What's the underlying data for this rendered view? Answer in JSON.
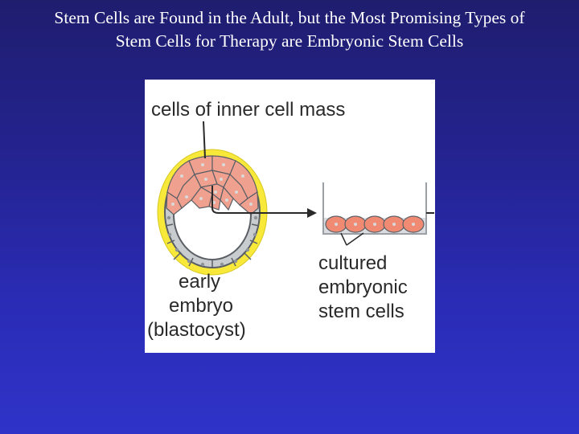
{
  "slide": {
    "title_line1": "Stem Cells are Found in the Adult, but the Most Promising Types of",
    "title_line2": "Stem Cells for Therapy are Embryonic Stem Cells"
  },
  "figure": {
    "label_inner_cell_mass": "cells of inner cell mass",
    "label_early": "early",
    "label_embryo": "embryo",
    "label_blastocyst": "(blastocyst)",
    "label_cultured": "cultured",
    "label_embryonic": "embryonic",
    "label_stem_cells": "stem cells"
  },
  "colors": {
    "background_top": "#1f1d6e",
    "background_bottom": "#2f33c8",
    "zona_yellow": "#f7e83a",
    "icm_cell_pink": "#f0a08e",
    "trophoblast_gray": "#c9cccf",
    "cultured_cell_salmon": "#f08a72"
  }
}
